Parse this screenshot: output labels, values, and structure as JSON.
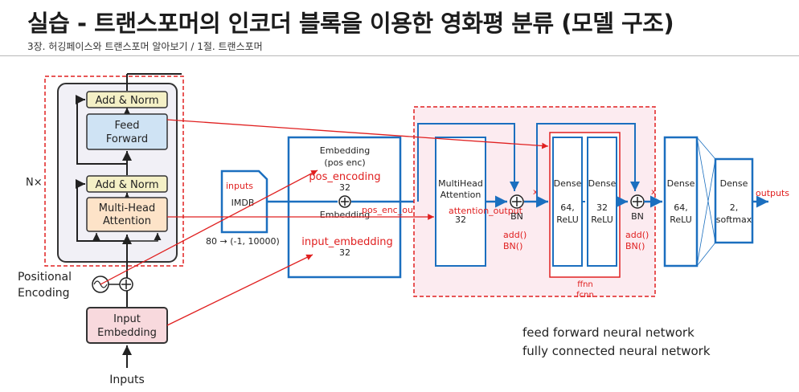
{
  "header": {
    "title": "실습 - 트랜스포머의 인코더 블록을 이용한 영화평 분류 (모델 구조)",
    "subtitle": "3장. 허깅페이스와 트랜스포머 알아보기 / 1절. 트랜스포머"
  },
  "transformer": {
    "add_norm_top": "Add & Norm",
    "feed_forward": [
      "Feed",
      "Forward"
    ],
    "add_norm_bottom": "Add & Norm",
    "multi_head_attention": [
      "Multi-Head",
      "Attention"
    ],
    "nx": "N×",
    "positional_encoding": [
      "Positional",
      "Encoding"
    ],
    "input_embedding": [
      "Input",
      "Embedding"
    ],
    "inputs": "Inputs"
  },
  "model": {
    "inputs_label": "inputs",
    "imdb": "IMDB",
    "shape_note": "80 → (-1, 10000)",
    "pos_embedding_title": [
      "Embedding",
      "(pos enc)"
    ],
    "pos_encoding_label": "pos_encoding",
    "pos_dim": "32",
    "embedding_title": "Embedding",
    "input_embedding_label": "input_embedding",
    "emb_dim": "32",
    "pos_enc_output": "pos_enc_output",
    "mha": [
      "MultiHead",
      "Attention"
    ],
    "mha_dim": "32",
    "attention_output": "attention_output",
    "bn1": "BN",
    "add_bn1": [
      "add()",
      "BN()"
    ],
    "x1": "x",
    "dense1": [
      "Dense",
      "64,",
      "ReLU"
    ],
    "dense2": [
      "Dense",
      "32",
      "ReLU"
    ],
    "bn2": "BN",
    "add_bn2": [
      "add()",
      "BN()"
    ],
    "x2": "x",
    "ffnn": [
      "ffnn",
      "fcnn"
    ],
    "dense3": [
      "Dense",
      "64,",
      "ReLU"
    ],
    "dense4": [
      "Dense",
      "2,",
      "softmax"
    ],
    "outputs": "outputs"
  },
  "notes": [
    "feed forward neural network",
    "fully connected neural network"
  ],
  "colors": {
    "blue": "#1b6fbf",
    "red": "#e02020",
    "ff_fill": "#cfe3f4",
    "addnorm_fill": "#f4f0c6",
    "mha_fill": "#fde3c8",
    "emb_fill": "#f8d9dd"
  }
}
